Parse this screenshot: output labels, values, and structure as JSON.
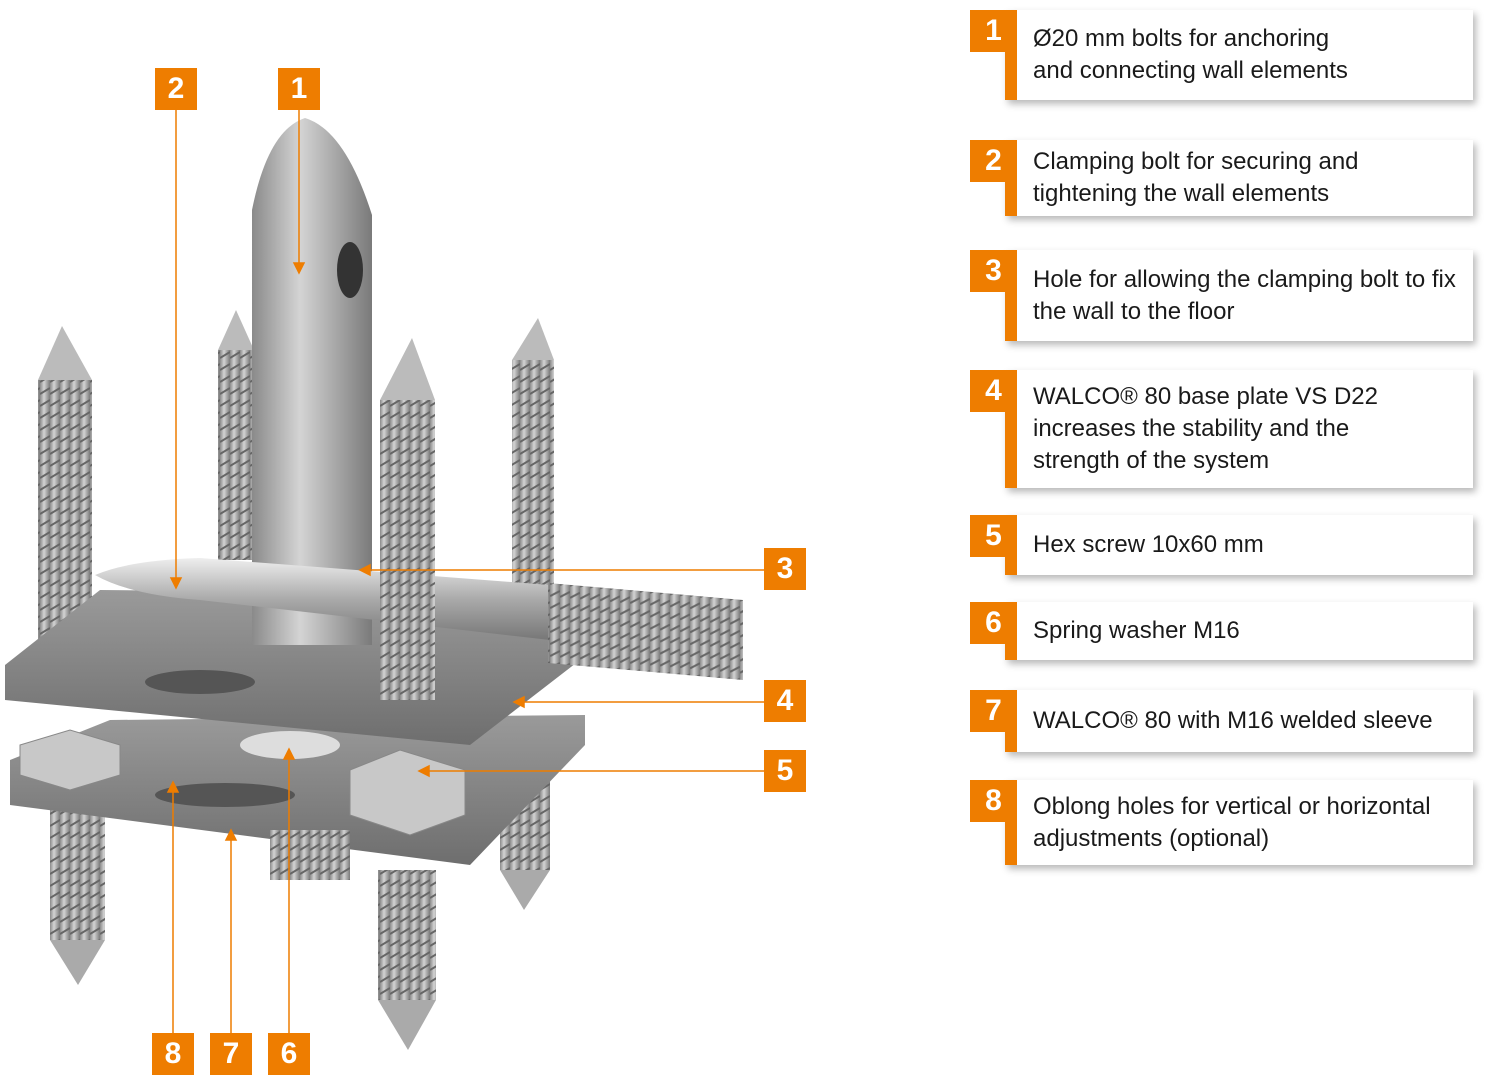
{
  "accent_color": "#ee7d00",
  "legend": [
    {
      "number": "1",
      "text": "Ø20 mm bolts for anchoring and connecting wall elements"
    },
    {
      "number": "2",
      "text": "Clamping bolt for securing and tightening the wall elements"
    },
    {
      "number": "3",
      "text": "Hole for allowing the clamping bolt to fix the wall to the floor"
    },
    {
      "number": "4",
      "text": "WALCO® 80 base plate VS D22 increases the stability and the strength of the system"
    },
    {
      "number": "5",
      "text": "Hex screw 10x60 mm"
    },
    {
      "number": "6",
      "text": "Spring washer M16"
    },
    {
      "number": "7",
      "text": "WALCO® 80 with M16 welded sleeve"
    },
    {
      "number": "8",
      "text": "Oblong holes for vertical or horizontal adjustments (optional)"
    }
  ],
  "callouts": [
    "1",
    "2",
    "3",
    "4",
    "5",
    "6",
    "7",
    "8"
  ]
}
